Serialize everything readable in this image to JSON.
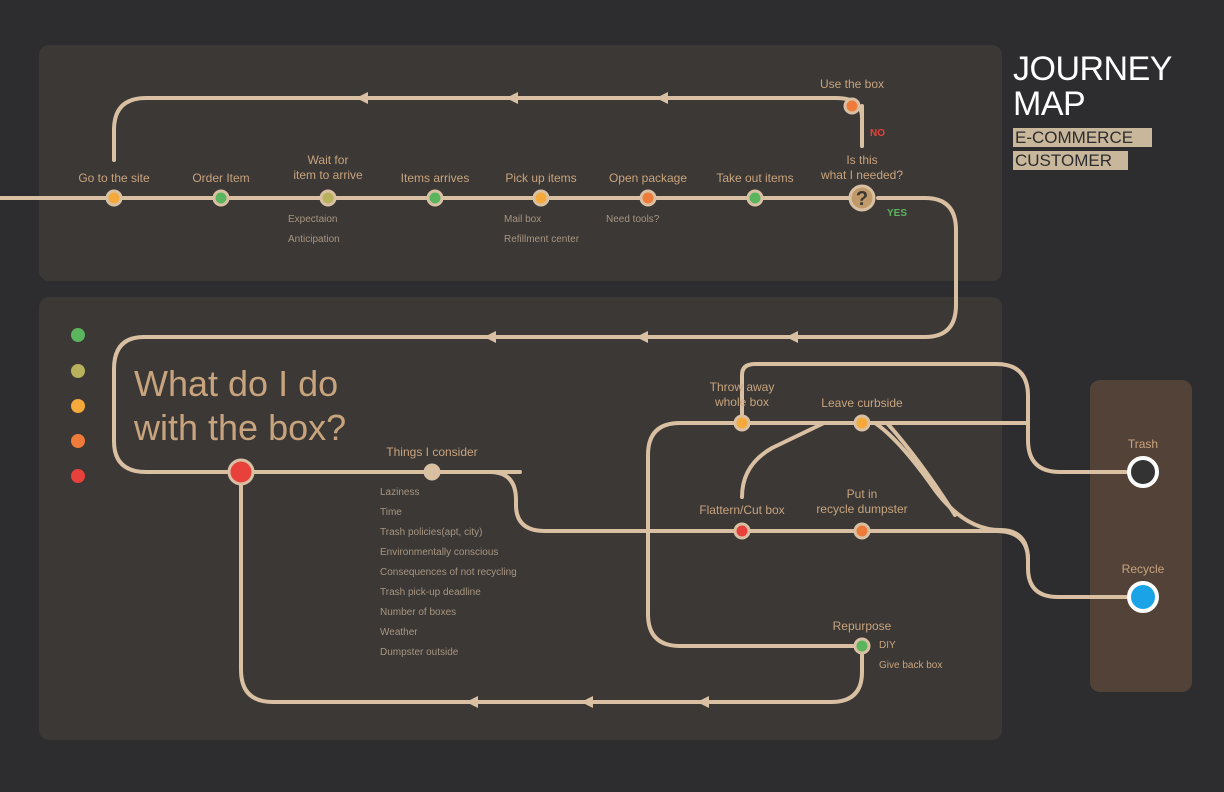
{
  "title": {
    "line1": "JOURNEY",
    "line2": "MAP",
    "tag1": "E-COMMERCE",
    "tag2": "CUSTOMER"
  },
  "top_steps": [
    {
      "label": "Go to the site",
      "color": "#f5a93a"
    },
    {
      "label": "Order Item",
      "color": "#5ab55e"
    },
    {
      "label": "Wait for\nitem to arrive",
      "color": "#b8b25c"
    },
    {
      "label": "Items arrives",
      "color": "#5ab55e"
    },
    {
      "label": "Pick up items",
      "color": "#f5a93a"
    },
    {
      "label": "Open package",
      "color": "#ef7b3b"
    },
    {
      "label": "Take out items",
      "color": "#5ab55e"
    },
    {
      "label": "Is this\nwhat I needed?",
      "color": "#c19a6b"
    }
  ],
  "decision_glyph": "?",
  "notes": {
    "wait": [
      "Expectaion",
      "Anticipation"
    ],
    "pickup": [
      "Mail box",
      "Refillment center"
    ],
    "open": [
      "Need tools?"
    ]
  },
  "branch": {
    "no": "NO",
    "yes": "YES",
    "use_box": "Use the box"
  },
  "question": {
    "line1": "What do I do",
    "line2": "with the box?"
  },
  "consider": {
    "label": "Things I consider",
    "items": [
      "Laziness",
      "Time",
      "Trash policies(apt, city)",
      "Environmentally conscious",
      "Consequences of not recycling",
      "Trash pick-up deadline",
      "Number of boxes",
      "Weather",
      "Dumpster outside"
    ]
  },
  "options": {
    "throw": "Throw away\nwhole box",
    "curbside": "Leave curbside",
    "flatten": "Flattern/Cut box",
    "dumpster": "Put in\nrecycle dumpster",
    "repurpose": "Repurpose",
    "diy": "DIY",
    "giveback": "Give back box"
  },
  "destinations": {
    "trash": "Trash",
    "recycle": "Recycle"
  },
  "colors": {
    "path": "#d9c0a3",
    "green": "#5ab55e",
    "olive": "#b8b25c",
    "yellow": "#f5a93a",
    "orange": "#ef7b3b",
    "red": "#e8403a",
    "recycle": "#1ba3e8",
    "text": "#c8a47e",
    "note": "#a89580",
    "no": "#e8403a",
    "yes": "#5ab55e"
  },
  "mood_scale": [
    "#5ab55e",
    "#b8b25c",
    "#f5a93a",
    "#ef7b3b",
    "#e8403a"
  ]
}
